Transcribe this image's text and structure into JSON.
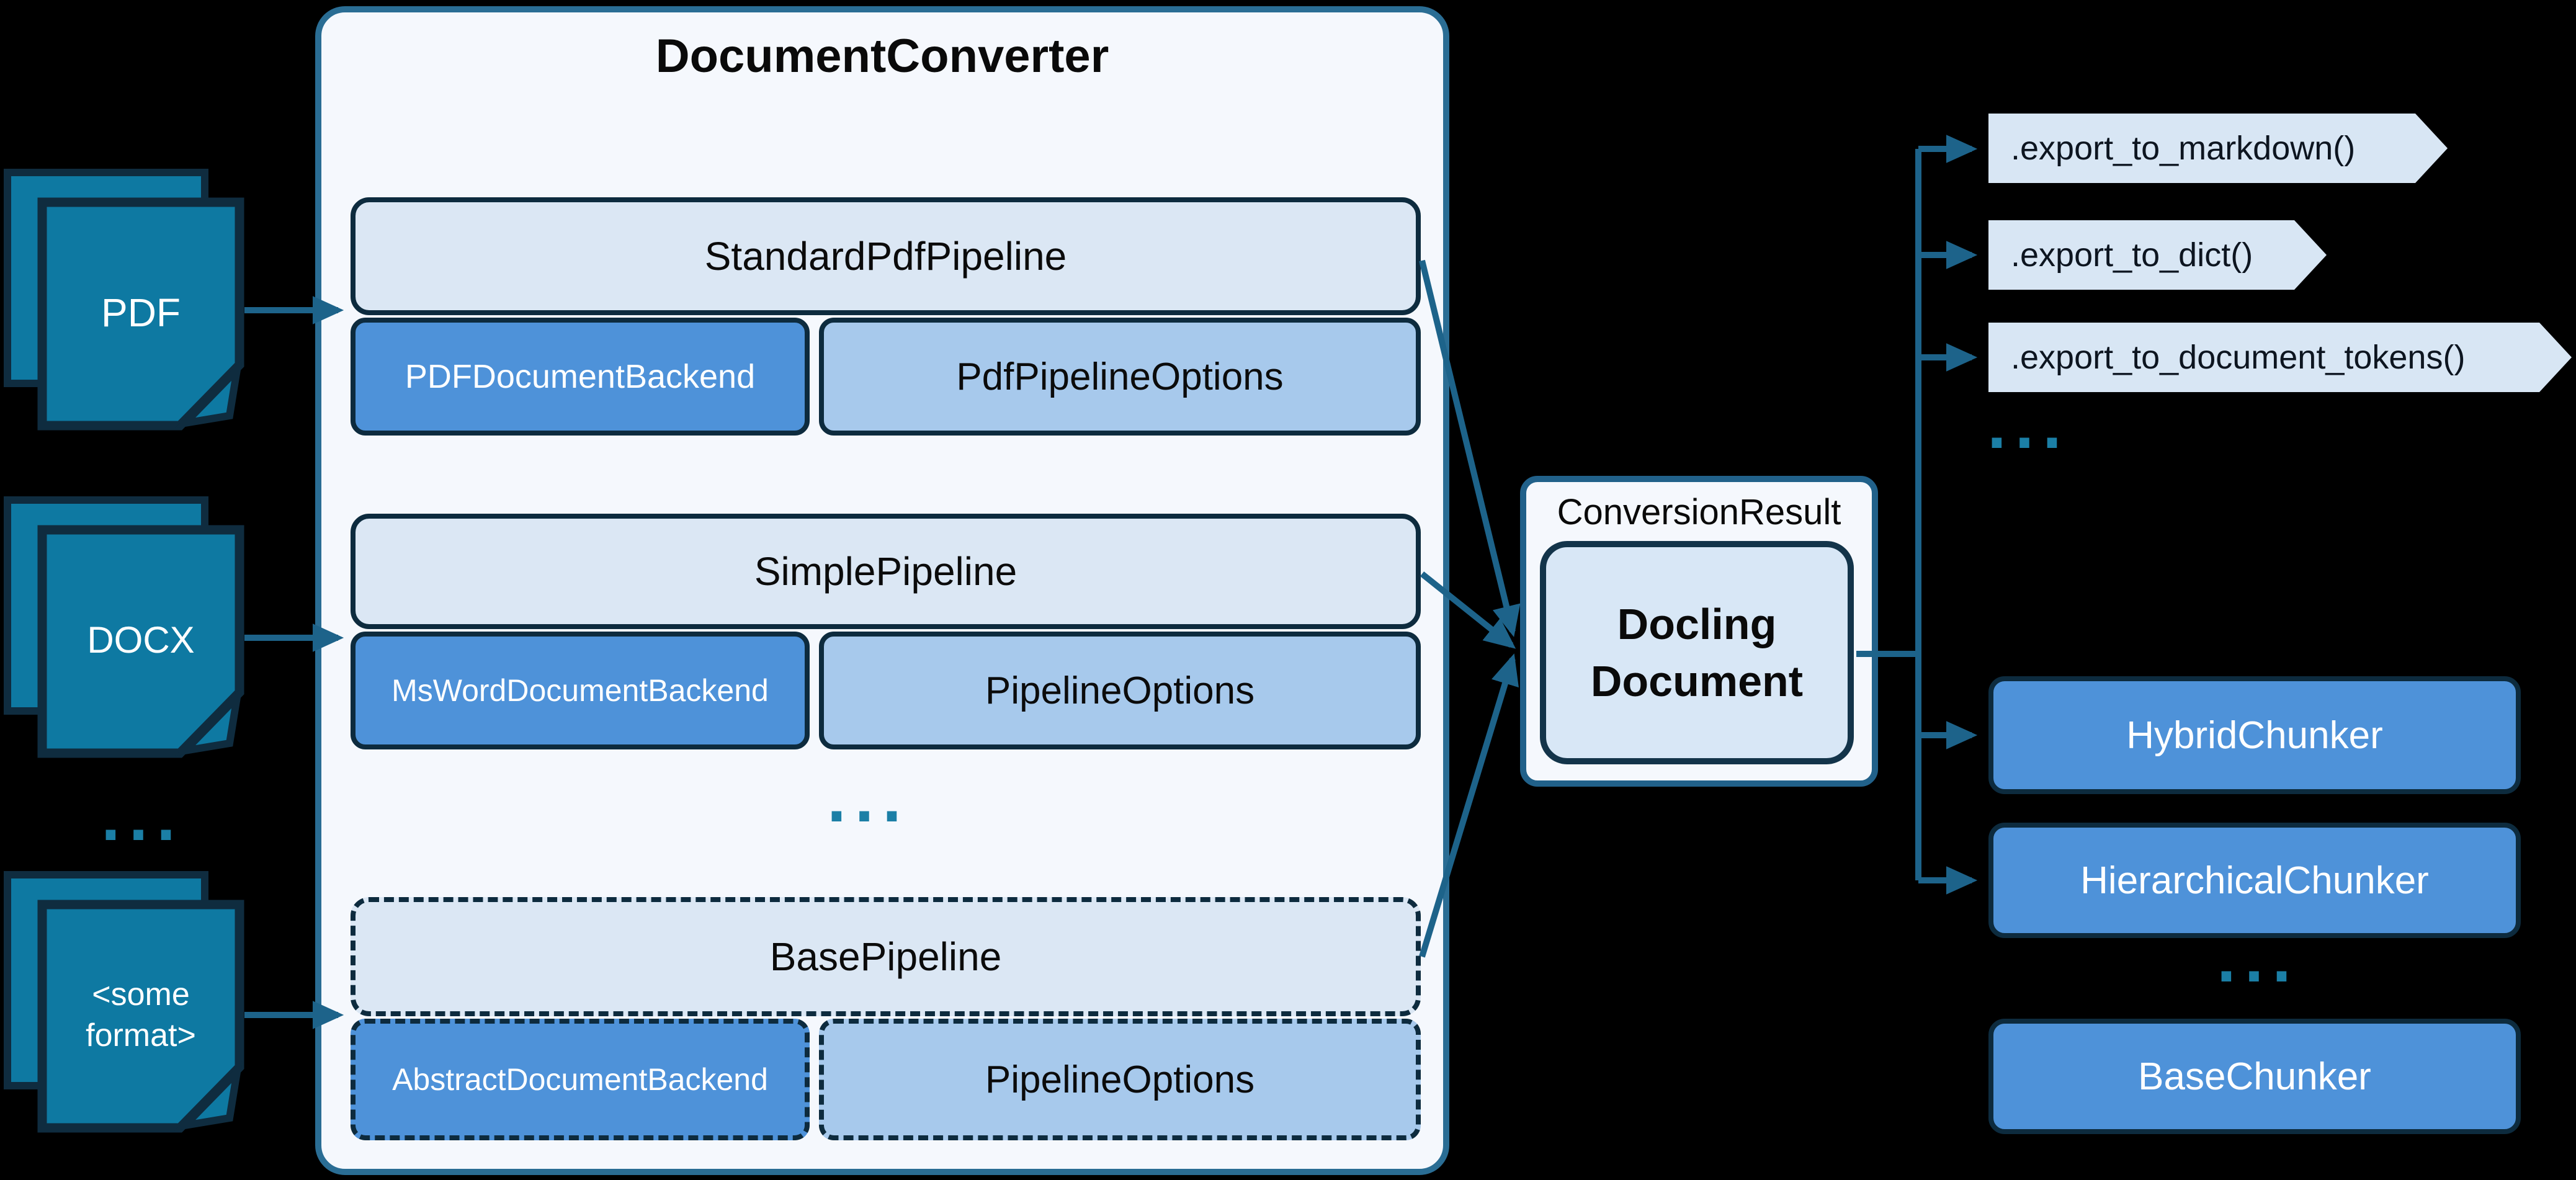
{
  "colors": {
    "background": "#000000",
    "line_teal": "#1d638a",
    "icon_fill": "#0e79a2",
    "icon_border": "#0f2c3f",
    "panel_fill": "#f5f8fd",
    "panel_border": "#2a6d94",
    "box_border": "#0d2b3e",
    "pipeline_fill": "#dbe7f4",
    "backend_fill": "#4e92d9",
    "options_fill": "#a7c9ec",
    "result_border": "#21618a",
    "docling_fill": "#d8e7f6",
    "tag_fill": "#d8e6f4",
    "dots": "#1b7fa6"
  },
  "inputs": {
    "pdf": "PDF",
    "docx": "DOCX",
    "ellipsis": "...",
    "other_line1": "<some",
    "other_line2": "format>"
  },
  "converter": {
    "title": "DocumentConverter",
    "ellipsis": "...",
    "rows": [
      {
        "pipeline": "StandardPdfPipeline",
        "backend": "PDFDocumentBackend",
        "options": "PdfPipelineOptions"
      },
      {
        "pipeline": "SimplePipeline",
        "backend": "MsWordDocumentBackend",
        "options": "PipelineOptions"
      },
      {
        "pipeline": "BasePipeline",
        "backend": "AbstractDocumentBackend",
        "options": "PipelineOptions"
      }
    ]
  },
  "result": {
    "label": "ConversionResult",
    "document_line1": "Docling",
    "document_line2": "Document"
  },
  "outputs": {
    "exports": [
      ".export_to_markdown()",
      ".export_to_dict()",
      ".export_to_document_tokens()"
    ],
    "exports_ellipsis": "...",
    "chunkers": [
      "HybridChunker",
      "HierarchicalChunker",
      "BaseChunker"
    ],
    "chunkers_ellipsis": "..."
  }
}
